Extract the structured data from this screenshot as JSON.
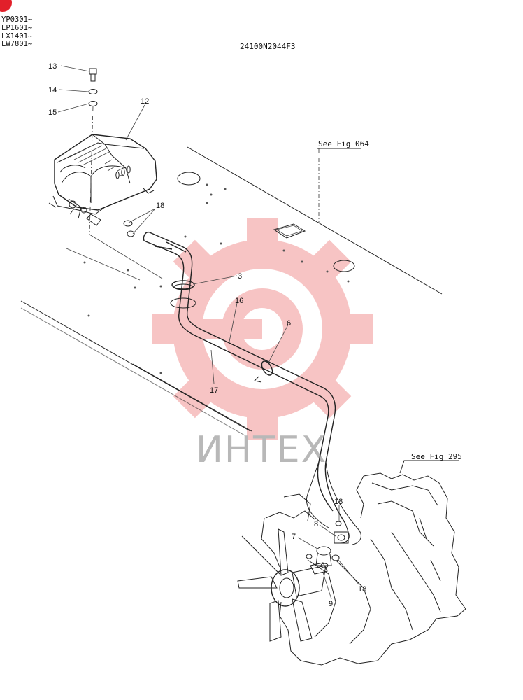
{
  "header": {
    "model_codes": [
      "YP0301~",
      "LP1601~",
      "LX1401~",
      "LW7801~"
    ],
    "drawing_number": "24100N2044F3"
  },
  "references": {
    "upper": "See Fig 064",
    "lower": "See Fig 295"
  },
  "callouts": [
    {
      "id": "c13",
      "label": "13"
    },
    {
      "id": "c14",
      "label": "14"
    },
    {
      "id": "c15",
      "label": "15"
    },
    {
      "id": "c12",
      "label": "12"
    },
    {
      "id": "c18a",
      "label": "18"
    },
    {
      "id": "c3",
      "label": "3"
    },
    {
      "id": "c16",
      "label": "16"
    },
    {
      "id": "c6",
      "label": "6"
    },
    {
      "id": "c17",
      "label": "17"
    },
    {
      "id": "c18b",
      "label": "18"
    },
    {
      "id": "c8",
      "label": "8"
    },
    {
      "id": "c7",
      "label": "7"
    },
    {
      "id": "c18c",
      "label": "18"
    },
    {
      "id": "c9",
      "label": "9"
    }
  ],
  "watermark": {
    "text": "ИНТЕХ",
    "color": "#f0a0a0"
  },
  "colors": {
    "line": "#222222",
    "badge": "#e2202a"
  }
}
